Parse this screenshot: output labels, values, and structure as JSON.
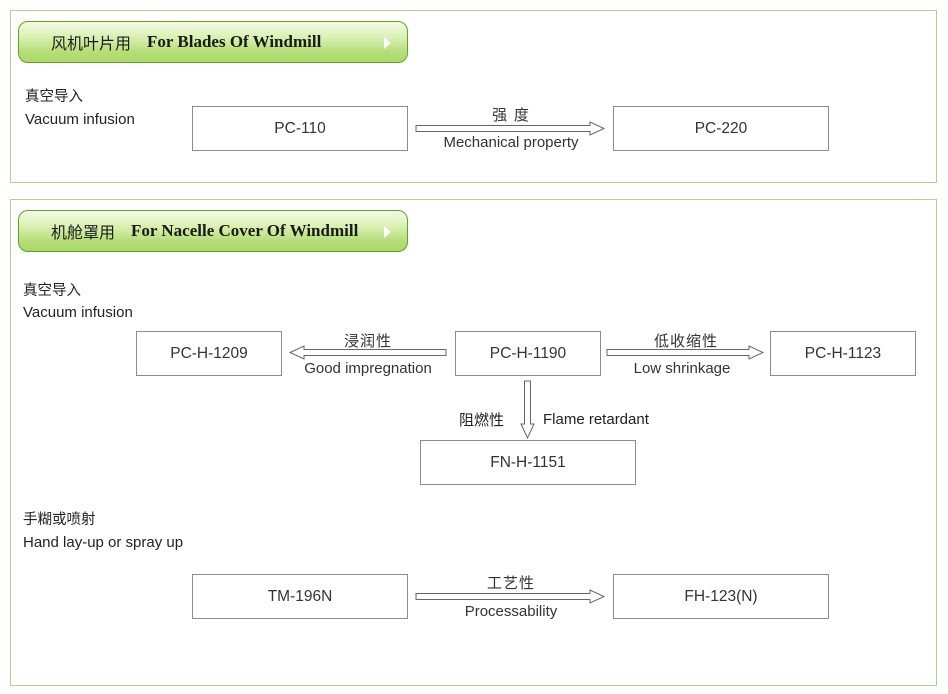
{
  "section1": {
    "header_cn": "风机叶片用",
    "header_en": "For Blades Of Windmill",
    "method": {
      "cn": "真空导入",
      "en": "Vacuum infusion"
    },
    "from_box": "PC-110",
    "to_box": "PC-220",
    "arrow_cn": "强  度",
    "arrow_en": "Mechanical property"
  },
  "section2": {
    "header_cn": "机舱罩用",
    "header_en": "For Nacelle Cover Of Windmill",
    "method1": {
      "cn": "真空导入",
      "en": "Vacuum infusion"
    },
    "center_box": "PC-H-1190",
    "left_box": "PC-H-1209",
    "right_box": "PC-H-1123",
    "down_box": "FN-H-1151",
    "left_arrow": {
      "cn": "浸润性",
      "en": "Good impregnation"
    },
    "right_arrow": {
      "cn": "低收缩性",
      "en": "Low shrinkage"
    },
    "down_arrow": {
      "cn": "阻燃性",
      "en": "Flame retardant"
    },
    "method2": {
      "cn": "手糊或喷射",
      "en": "Hand lay-up or spray up"
    },
    "from_box2": "TM-196N",
    "to_box2": "FH-123(N)",
    "arrow2": {
      "cn": "工艺性",
      "en": "Processability"
    }
  },
  "colors": {
    "panel_border": "#a9d68a",
    "header_green": "#b8df7c",
    "box_border": "#8c8c8c"
  }
}
